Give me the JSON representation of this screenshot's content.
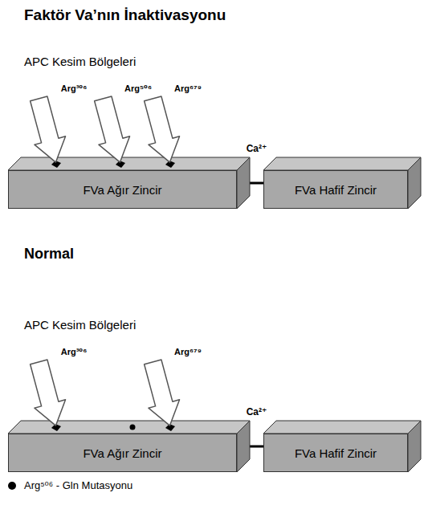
{
  "diagram": {
    "title": "Faktör Va’nın İnaktivasyonu",
    "nodes": [
      {
        "text": [
          "FVa Ağır Zincir"
        ]
      },
      {
        "text": [
          "FVa Hafif Zincir"
        ]
      },
      {
        "text": [
          "FVa Ağır Zincir"
        ]
      },
      {
        "text": [
          "FVa Hafif Zincir"
        ]
      }
    ],
    "edges": [
      {
        "from": 0,
        "to": 1,
        "label": "Ca²⁺",
        "arrow": "none"
      },
      {
        "from": 2,
        "to": 3,
        "label": "Ca²⁺",
        "arrow": "none"
      }
    ],
    "labels": [
      "APC Kesim Bölgeleri",
      "Arg³⁰⁶",
      "Arg⁵⁰⁶",
      "Arg⁶⁷⁹",
      "Normal",
      "APC Kesim Bölgeleri",
      "Arg³⁰⁶",
      "Arg⁶⁷⁹"
    ],
    "legend": [
      {
        "text": "Arg⁵⁰⁶ - Gln Mutasyonu",
        "color": "#000000"
      }
    ]
  }
}
